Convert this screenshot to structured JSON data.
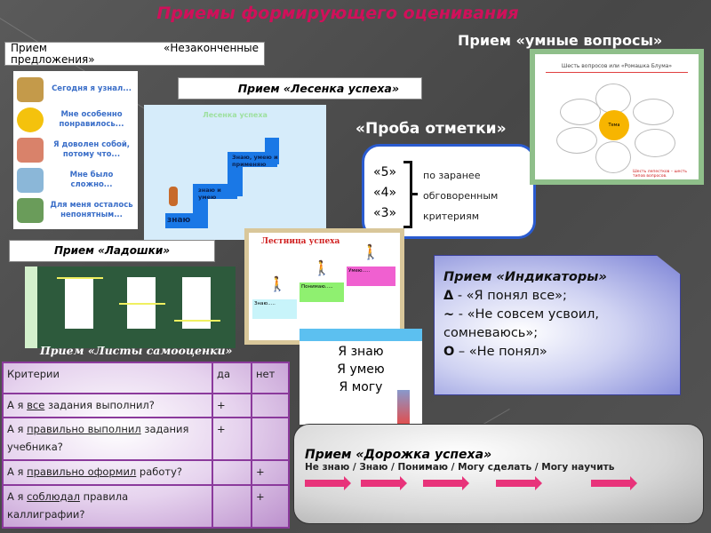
{
  "title": "Приемы формирующего оценивания",
  "smart_questions": {
    "label": "Прием «умные вопросы»",
    "image_title": "Шесть вопросов или «Ромашка Блума»",
    "center": "Тема",
    "caption": "Шесть лепестков – шесть типов вопросов."
  },
  "unfinished": {
    "label_a": "Прием",
    "label_b": "«Незаконченные",
    "label_c": "предложения»",
    "items": [
      "Сегодня я узнал...",
      "Мне особенно понравилось...",
      "Я доволен собой, потому что...",
      "Мне было сложно...",
      "Для меня осталось непонятным..."
    ]
  },
  "ladder": {
    "label": "Прием «Лесенка успеха»",
    "image_title": "Лесенка успеха",
    "steps": [
      "знаю",
      "знаю и умею",
      "Знаю, умею и применяю"
    ]
  },
  "probe": {
    "label": "«Проба отметки»",
    "marks": [
      "«5»",
      "«4»",
      "«3»"
    ],
    "lines": [
      "по заранее",
      "обговоренным",
      "критериям"
    ]
  },
  "palms": {
    "label": "Прием «Ладошки»"
  },
  "stairs2": {
    "title": "Лестница успеха",
    "steps": [
      "Знаю.....",
      "Понимаю.....",
      "Умею....."
    ]
  },
  "indicators": {
    "title": "Прием «Индикаторы»",
    "lines": [
      {
        "sym": "Δ",
        "text": " - «Я понял все»;"
      },
      {
        "sym": "~",
        "text": " - «Не совсем усвоил, сомневаюсь»;"
      },
      {
        "sym": "О",
        "text": " – «Не понял»"
      }
    ]
  },
  "self_sheets": {
    "label": "Прием «Листы самооценки»",
    "headers": [
      "Критерии",
      "да",
      "нет"
    ],
    "rows": [
      {
        "a": "А я ",
        "u": "все",
        "b": " задания выполнил?",
        "yes": "+",
        "no": ""
      },
      {
        "a": "А я ",
        "u": "правильно выполнил",
        "b": " задания учебника?",
        "yes": "+",
        "no": ""
      },
      {
        "a": "А я ",
        "u": "правильно оформил",
        "b": " работу?",
        "yes": "",
        "no": "+"
      },
      {
        "a": "А я ",
        "u": "соблюдал",
        "b": " правила каллиграфии?",
        "yes": "",
        "no": "+"
      }
    ]
  },
  "iknow": {
    "lines": [
      "Я знаю",
      "Я умею",
      "Я могу"
    ]
  },
  "path": {
    "title": "Прием «Дорожка успеха»",
    "steps": "Не знаю / Знаю / Понимаю / Могу сделать / Могу научить"
  }
}
